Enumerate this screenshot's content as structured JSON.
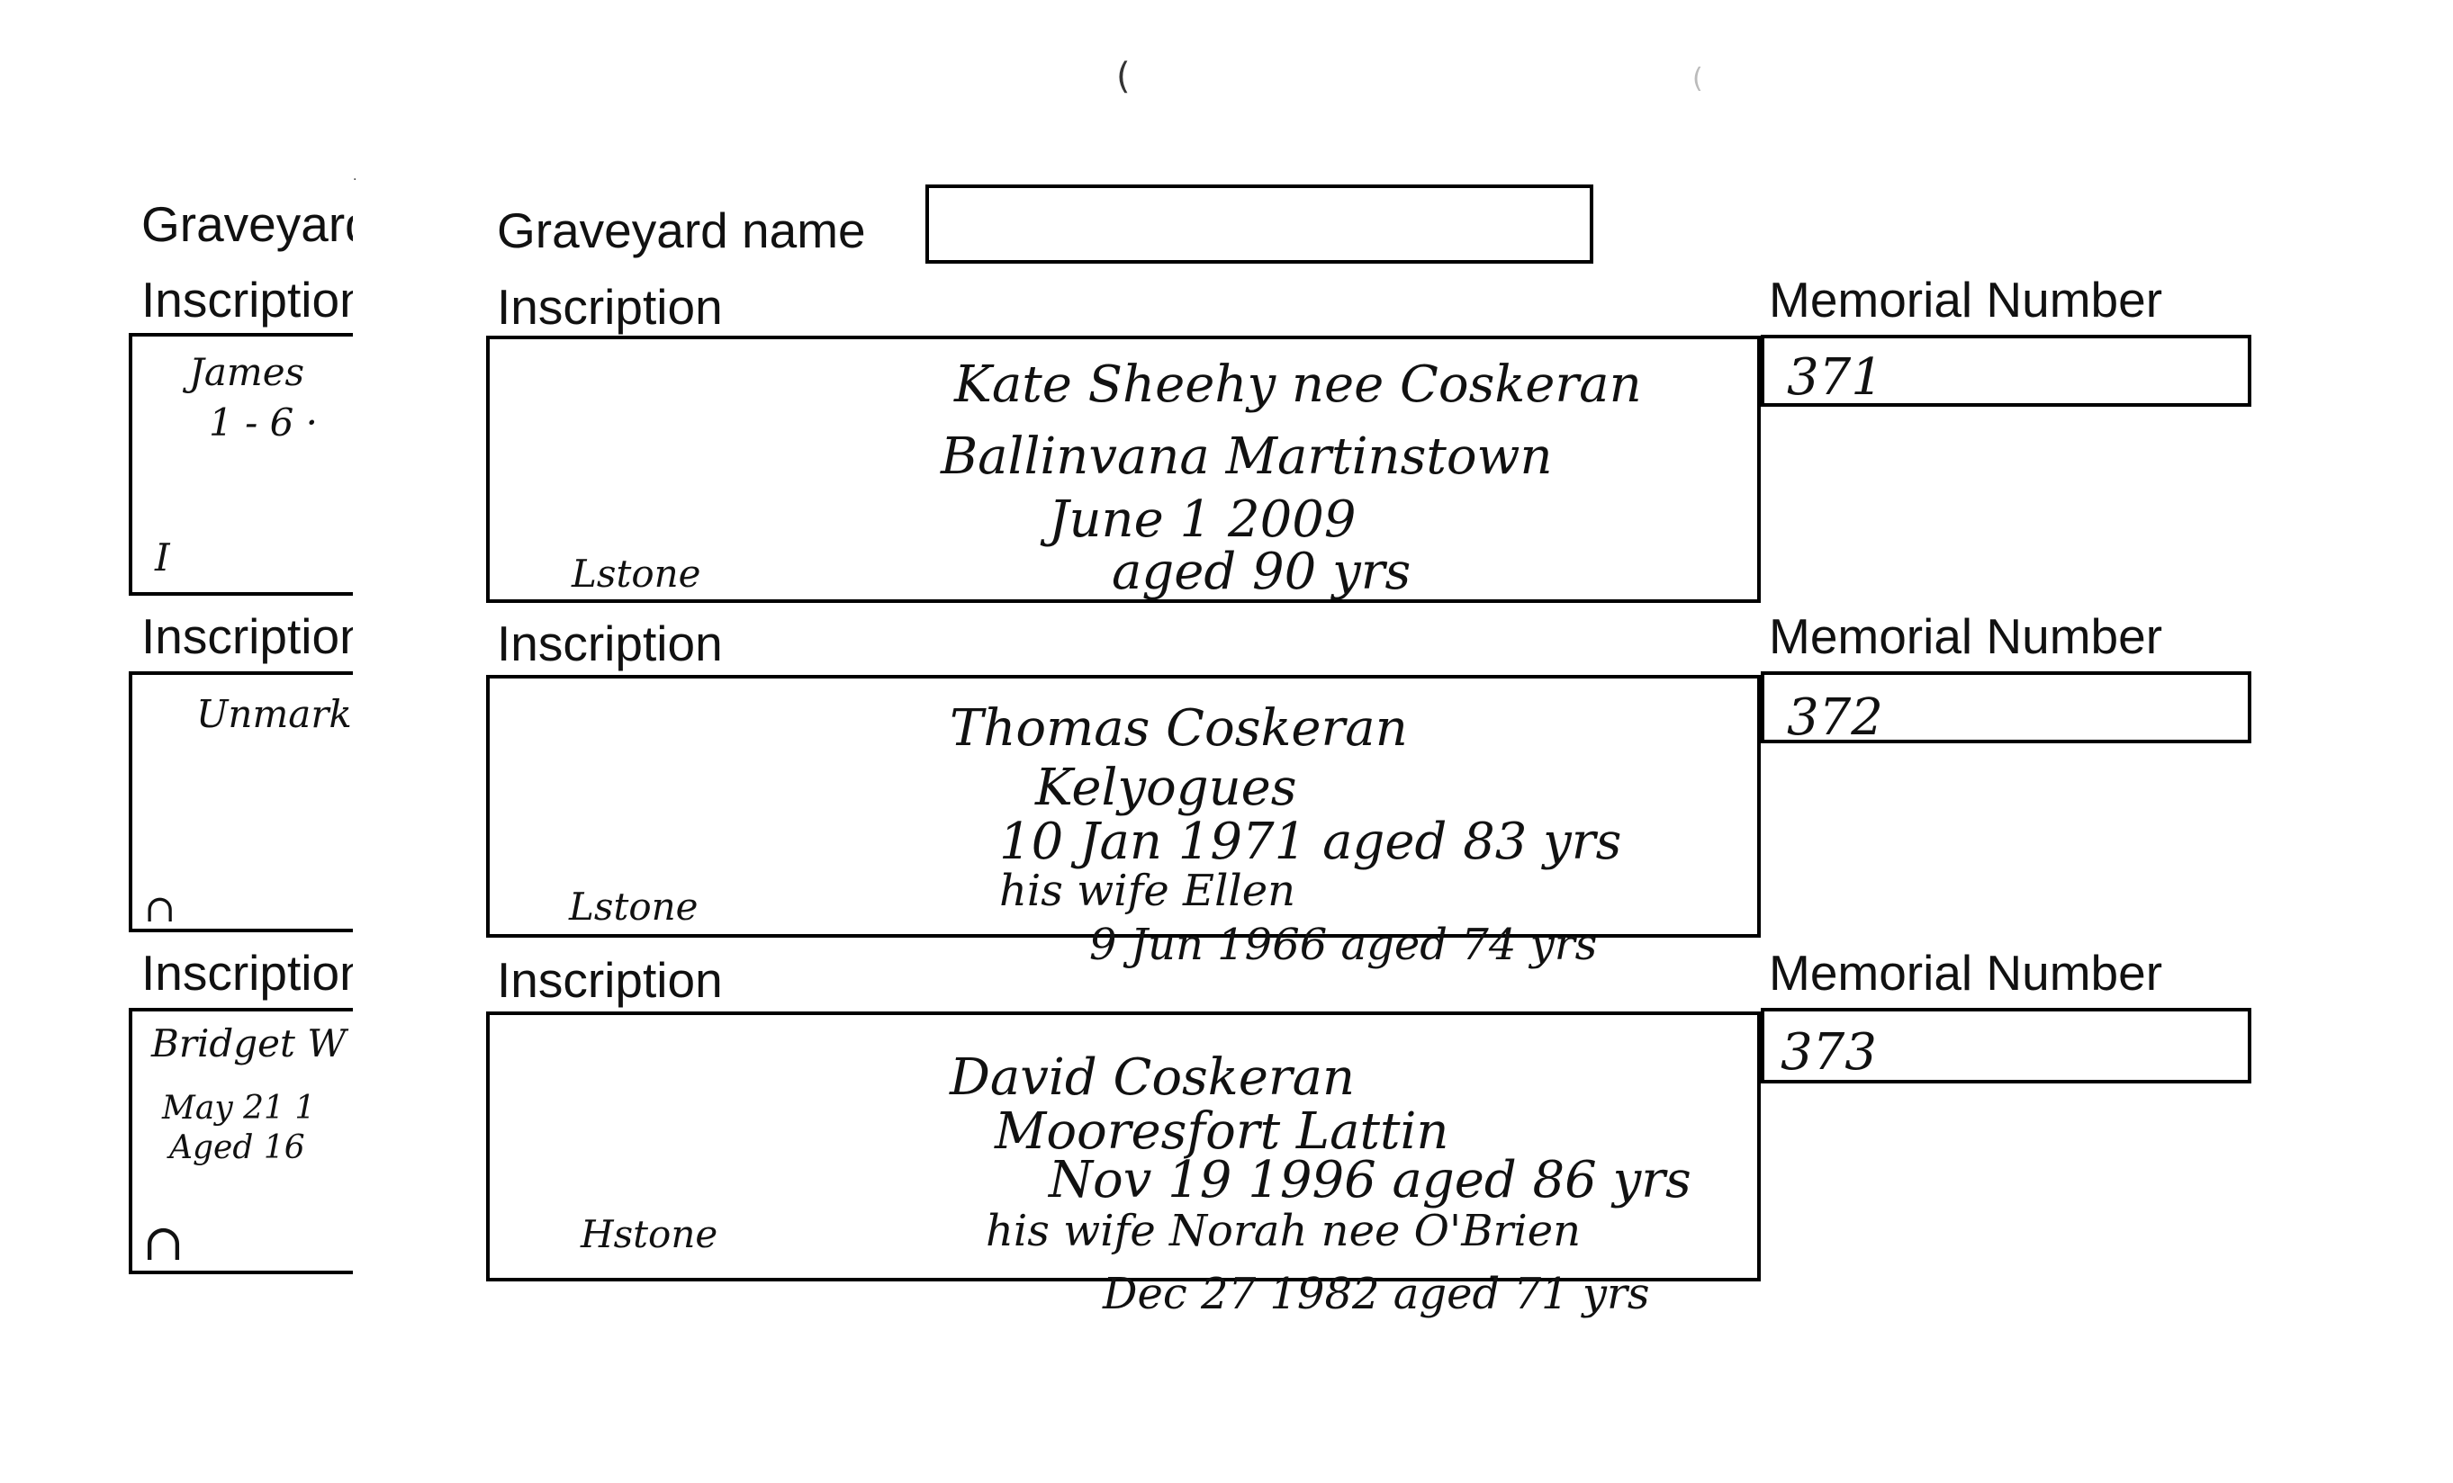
{
  "left_form": {
    "graveyard_label": "Graveyard name",
    "inscription_label": "Inscription",
    "entries": [
      {
        "lines": [
          "James",
          "1 - 6 ·"
        ],
        "marker": "I"
      },
      {
        "lines": [
          "Unmarked"
        ],
        "marker": "∩"
      },
      {
        "lines": [
          "Bridget W",
          "May 21 1",
          "Aged 16"
        ],
        "marker": "∩"
      }
    ]
  },
  "form": {
    "graveyard_label": "Graveyard name",
    "graveyard_value": "",
    "inscription_label": "Inscription",
    "memorial_label": "Memorial Number",
    "entries": [
      {
        "memorial_number": "371",
        "stone_type": "Lstone",
        "lines": [
          "Kate Sheehy nee Coskeran",
          "Ballinvana Martinstown",
          "June 1 2009",
          "aged 90 yrs"
        ]
      },
      {
        "memorial_number": "372",
        "stone_type": "Lstone",
        "lines": [
          "Thomas Coskeran",
          "Kelyogues",
          "10 Jan 1971 aged 83 yrs",
          "his wife Ellen",
          "9 Jun 1966 aged 74 yrs"
        ]
      },
      {
        "memorial_number": "373",
        "stone_type": "Hstone",
        "lines": [
          "David Coskeran",
          "Mooresfort Lattin",
          "Nov 19 1996 aged 86 yrs",
          "his wife Norah nee O'Brien",
          "Dec 27 1982 aged 71 yrs"
        ]
      }
    ]
  }
}
